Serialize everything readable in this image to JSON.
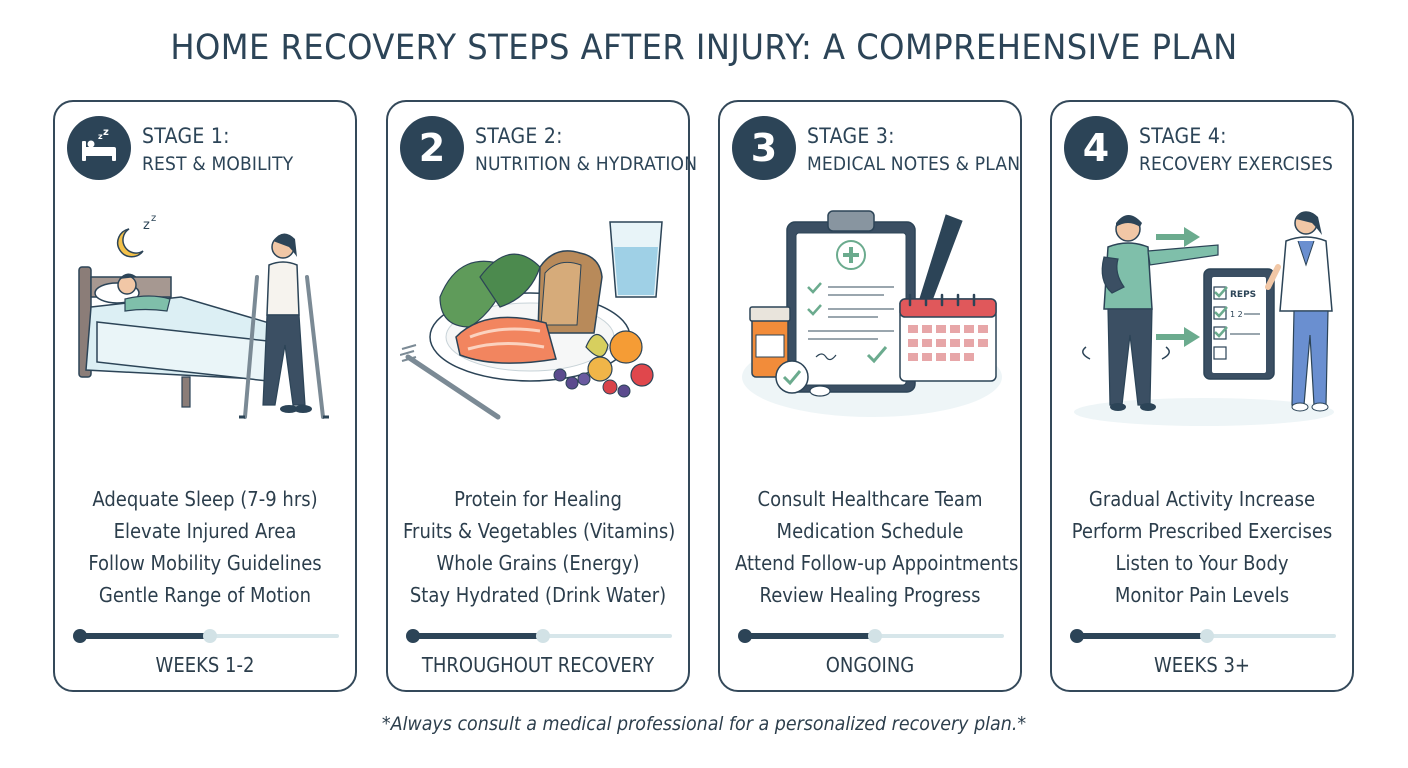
{
  "title": "HOME RECOVERY STEPS AFTER INJURY: A COMPREHENSIVE PLAN",
  "colors": {
    "primary": "#2c4457",
    "accent_green": "#6bab8e",
    "track": "#d7e6ea"
  },
  "stages": [
    {
      "badge": "",
      "badge_icon": "bed-sleep-icon",
      "title": "STAGE 1:",
      "subtitle": "REST & MOBILITY",
      "illustration": "patient-in-bed-and-person-on-crutches",
      "items": [
        "Adequate Sleep (7-9 hrs)",
        "Elevate Injured Area",
        "Follow Mobility Guidelines",
        "Gentle Range of Motion"
      ],
      "progress": 0.5,
      "timeframe": "WEEKS 1-2"
    },
    {
      "badge": "2",
      "title": "STAGE 2:",
      "subtitle": "NUTRITION & HYDRATION",
      "illustration": "plate-with-salmon-greens-bread-fruit-and-water",
      "items": [
        "Protein for Healing",
        "Fruits & Vegetables (Vitamins)",
        "Whole Grains (Energy)",
        "Stay Hydrated (Drink Water)"
      ],
      "progress": 0.5,
      "timeframe": "THROUGHOUT RECOVERY"
    },
    {
      "badge": "3",
      "title": "STAGE 3:",
      "subtitle": "MEDICAL NOTES & PLAN",
      "illustration": "clipboard-pills-pen-and-calendar",
      "items": [
        "Consult Healthcare Team",
        "Medication Schedule",
        "Attend Follow-up Appointments",
        "Review Healing Progress"
      ],
      "progress": 0.5,
      "timeframe": "ONGOING"
    },
    {
      "badge": "4",
      "title": "STAGE 4:",
      "subtitle": "RECOVERY EXERCISES",
      "illustration": "patient-exercising-with-therapist",
      "clipboard_text": [
        "REPS",
        "1 2"
      ],
      "items": [
        "Gradual Activity Increase",
        "Perform Prescribed Exercises",
        "Listen to Your Body",
        "Monitor Pain Levels"
      ],
      "progress": 0.5,
      "timeframe": "WEEKS 3+"
    }
  ],
  "footnote": "*Always consult a medical professional for a personalized recovery plan.*"
}
